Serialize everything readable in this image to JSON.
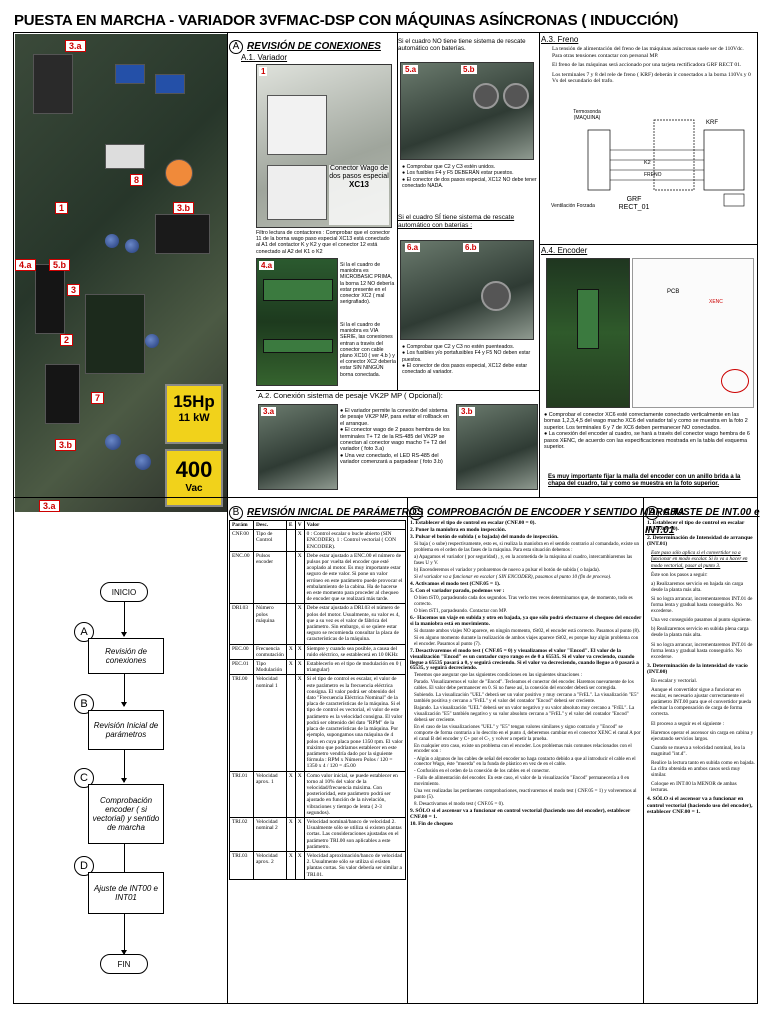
{
  "title": "PUESTA EN MARCHA - VARIADOR 3VFMAC-DSP CON MÁQUINAS ASÍNCRONAS ( INDUCCIÓN)",
  "board": {
    "labels": [
      "3.a",
      "8",
      "1",
      "3.b",
      "4.a",
      "5.b",
      "3",
      "2",
      "7",
      "3.b",
      "3.a"
    ],
    "power_label": "15Hp",
    "power_sub": "11 kW",
    "voltage_label": "400",
    "voltage_sub": "Vac"
  },
  "sectionA": {
    "letter": "A",
    "title": "REVISIÓN DE CONEXIONES",
    "a1_title": "A.1. Variador",
    "photo1_tag": "1",
    "photo1_side_text": "Conector Wago de dos pasos especial",
    "photo1_side_code": "XC13",
    "photo1_caption": "Filtro lectura de contactores : Comprobar que el conector 11 de la borna wago paso especial XC13 está conectado al A1 del contactor K y K2 y que el conector 12 está conectado al A2 del K1 o K2",
    "photo2_tag": "4.a",
    "photo2_note1": "Si la el cuadro de maniobra es MICROBASIC PRIMA, la borna 12 NO debería estar presente en el conector XC2 ( mal serigrafiado).",
    "photo2_note2": "Si la el cuadro de maniobra es VIA SERIE, las conexiones entran a través del conector con cable plano XC10 ( ver 4.b ) y el conector XC2 debería estar SIN NINGÚN borna conectada.",
    "rescue_no": "Si el cuadro NO tiene tiene sistema de rescate automático con baterías.",
    "tag5a": "5.a",
    "tag5b": "5.b",
    "rescue_no_bullets": [
      "Comprobar que C2 y C3 estén unidos.",
      "Los fusibles F4 y F5 DEBERÁN estar puestos.",
      "El conector de dos pasos especial, XC12 NO debe tener conectado NADA."
    ],
    "rescue_yes": "Si el cuadro SÍ tiene sistema de rescate automático con baterías :",
    "tag6a": "6.a",
    "tag6b": "6.b",
    "rescue_yes_bullets": [
      "Comprobar que C2 y C3 no estén puenteados.",
      "Los fusibles y/o portafusibles F4 y F5 NO deben estar puestos.",
      "El conector de dos pasos especial, XC12 debe estar conectado al variador."
    ],
    "a2_title": "A.2. Conexión sistema de pesaje VK2P MP ( Opcional):",
    "tag_a2_left": "3.a",
    "tag_a2_right": "3.b",
    "a2_bullets": [
      "El variador permite la conexión del sistema de pesaje VK2P MP, para evitar el rollback en el arranque.",
      "El conector wago de 2 pasos hembra de los terminales T+ T2 de la RS-485 del VK2P se conectan al conector wago macho T+ T2 del variador ( foto 3.a)",
      "Una vez conectado, el LED RS-485 del variador comenzará a parpadear ( foto 3.b)"
    ]
  },
  "sectionA3": {
    "title": "A.3. Freno",
    "p1": "La tensión de alimentación del freno de las máquinas asíncronas suele ser de 110Vdc. Para otras tensiones contactar con personal MP.",
    "p2": "El freno de las máquinas será accionado por una tarjeta rectificadora GRF RECT 01.",
    "p3": "Los terminales 7 y 8 del rele de freno ( KRF) deberán ir conectados a la borna 110Vs y 0 Vs del secundario del trafo.",
    "diag_left": "Termosonda (MAQUINA)",
    "diag_ventilacion": "Ventilación Forzada",
    "diag_krf": "KRF",
    "diag_grf": "GRF RECT_01",
    "diag_k2": "K2",
    "diag_freno": "FRENO",
    "a4_title": "A.4. Encoder",
    "pcb_label": "PCB",
    "xenc_label": "XENC",
    "a4_bullets": [
      "Comprobar el conector XC6 esté correctamente conectado verticalmente en las bornas 1,2,3,4,5 del wago macho XC6 del variador tal y como se muestra en la foto 2 superior. Los terminales 6 y 7 de XC6 deben permanecer NO conectados.",
      "La conexión del encoder al cuadro, se hará a través del conector wago hembra de 6 pasos XENC, de acuerdo con las especificaciones mostrada en la tabla del esquema superior."
    ],
    "a4_note": "Es muy importante fijar la malla del encoder con un anillo brida a la chapa del cuadro, tal y como se muestra en la foto superior."
  },
  "sectionB": {
    "letter": "B",
    "title": "REVISIÓN INICIAL DE PARÁMETROS",
    "headers": [
      "Parám",
      "Desc.",
      "E",
      "V",
      "Valor"
    ],
    "rows": [
      {
        "p": "CNF.00",
        "d": "Tipo de Control",
        "e": "",
        "v": "X",
        "val": "0 : Control escalar o bucle abierto (SIN ENCODER). 1 : Control vectorial ( CON ENCODER)."
      },
      {
        "p": "ENC.00",
        "d": "Pulsos encoder",
        "e": "",
        "v": "X",
        "val": "Debe estar ajustado a ENC.00 el número de pulsos por vuelta del encoder que esté acoplado al motor. Es muy importante estar seguro de este valor. Si pone un valor erróneo en este parámetro puede provocar el embalamiento de la cabina. Ha de hacerse en este momento para proceder al chequeo de encoder que se realizará más tarde."
      },
      {
        "p": "DRI.03",
        "d": "Número polos máquina",
        "e": "",
        "v": "X",
        "val": "Debe estar ajustado a DRI.03 el número de polos del motor. Usualmente, su valor es 4, que a su vez es el valor de fábrica del parámetro. Sin embargo, si se quiere estar seguro se recomienda consultar la placa de características de la máquina."
      },
      {
        "p": "PEC.00",
        "d": "Frecuencia conmutación",
        "e": "X",
        "v": "X",
        "val": "Siempre y cuando sea posible, a causa del ruido eléctrico, se establecerá en 10 0KHz"
      },
      {
        "p": "PEC.01",
        "d": "Tipo Modulación",
        "e": "X",
        "v": "X",
        "val": "Establecerlo en el tipo de modulación en 0 ( triangular)"
      },
      {
        "p": "TRI.00",
        "d": "Velocidad nominal 1",
        "e": "",
        "v": "X",
        "val": "Si el tipo de control es escalar, el valor de este parámetro es la frecuencia eléctrica consigna. El valor podrá ser obtenido del dato \"Frecuencia Eléctrica Nominal\" de la placa de características de la máquina. Si el tipo de control es vectorial, el valor de este parámetro es la velocidad consigna. El valor podrá ser obtenido del dato \"RPM\" de la placa de características de la máquina. Por ejemplo, supongamos una máquina de 4 polos en cuya placa pone 1350 rpm. El valor máximo que podríamos establecer en este parámetro vendría dado por la siguiente fórmula : RPM x Número Polos / 120 = 1350 x 4 / 120 = 45.00"
      },
      {
        "p": "TRI.01",
        "d": "Velocidad aprox. 1",
        "e": "X",
        "v": "X",
        "val": "Como valor inicial, se puede establecer en torno al 10% del valor de la velocidad/frecuencia máxima. Con posterioridad, este parámetro podrá ser ajustado en función de la nivelación, vibraciones y tiempo de lenta ( 2-3 segundos)."
      },
      {
        "p": "TRI.02",
        "d": "Velocidad nominal 2",
        "e": "X",
        "v": "X",
        "val": "Velocidad nominal/banco de velocidad 2. Usualmente sólo se utiliza si existen plantas cortas. Las consideraciones ajustadas en el parámetro TRI.00 son aplicables a este parámetro."
      },
      {
        "p": "TRI.03",
        "d": "Velocidad aprox. 2",
        "e": "X",
        "v": "X",
        "val": "Velocidad aproximación/banco de velocidad 2. Usualmente sólo se utiliza si existen plantas cortas. Su valor debería ser similar a TRI.01."
      }
    ]
  },
  "flow": {
    "start": "INICIO",
    "steps": [
      {
        "letter": "A",
        "label": "Revisión de conexiones"
      },
      {
        "letter": "B",
        "label": "Revisión Inicial de parámetros"
      },
      {
        "letter": "C",
        "label": "Comprobación encoder ( si vectorial) y sentido de marcha"
      },
      {
        "letter": "D",
        "label": "Ajuste de INT00 e INT01"
      }
    ],
    "end": "FIN"
  },
  "sectionC": {
    "letter": "C",
    "title": "COMPROBACIÓN DE ENCODER Y SENTIDO MARCHA",
    "lines": [
      "1. Establecer el tipo de control en escalar (CNF.00 = 0).",
      "2. Poner la maniobra en modo inspección.",
      "3. Pulsar el botón de subida ( o bajada) del mando de inspección.",
      "Si baja ( o sube) respectivamente, esto es, si realiza la maniobra en el sentido contrario al comandado, existe un problema en el orden de las fases de la máquina. Para esta situación debemos :",
      "a) Apagamos el variador ( por seguridad) , y, en la acometida de la máquina al cuadro, intercambiaremos las fases U y V.",
      "b) Encenderemos el variador y probaremos de nuevo a pulsar el botón de subida ( o bajada).",
      "Si el variador va a funcionar en escalar ( SIN ENCODER), pasamos al punto 10 (fin de proceso).",
      "4. Activamos el modo test (CNF.05 = 1).",
      "5. Con el variador parado, podemos ver :",
      "O bien tST0, parpadeando cada dos segundos. Tras verlo tres veces determinamos que, de momento, todo es correcto.",
      "O bien tST1, parpadeando. Contactar con MP.",
      "6.- Hacemos un viaje en subida y otro en bajada, ya que sólo podrá efectuarse el chequeo del encoder si la maniobra está en movimiento.",
      "Si durante ambos viajes NO aparece, en ningún momento, tSt02, el encoder está correcto. Pasamos al punto (8).",
      "Si en alguno momento durante la realización de ambos viajes aparece tSt02, es porque hay algún problema con el encoder. Pasamos al punto (7).",
      "7. Desactivaremos el modo test ( CNF.05 = 0) y visualizamos el valor \"Encod\". El valor de la visualización \"Encod\" es un contador cuyo rango es de 0 a 65535. Si el valor va creciendo, cuando llegue a 65535 pasará a 0, y seguirá creciendo. Si el valor va decreciendo, cuando llegue a 0 pasará a 65535, y seguirá decreciendo.",
      "Tenemos que asegurar que las siguientes condiciones en las siguientes situaciones :",
      "Parado. Visualizaremos el valor de \"Encod\". Tecleamos el conector del encoder. Haremos nuevamente de los cables. El valor debe permanecer en 0. Si no fuese así, la conexión del encoder deberá ser corregida.",
      "Subiendo. La visualización \"UEL\" deberá ser un valor positivo y muy cercano a \"FrEL\". La visualización \"E5\" también positiva y cercano a \"FrEL\" y el valor del contador \"Encod\" deberá ser creciente.",
      "Bajando. La visualización \"UEL\" deberá ser un valor negativo y su valor absoluto muy cercano a \"FrEL\". La visualización \"E5\" también negativo y su valor absoluto cercano a \"FrEL\" y el valor del contador \"Encod\" deberá ser creciente.",
      "En el caso de las visualizaciones \"UEL\" y \"E5\" tengan valores similares y signo contrario y \"Encod\" se comporte de forma contraria a lo descrito en el punto 4, deberemos cambiar en el conector XENC el canal A por el canal B del encoder y C+ por el C-, y volver a repetir la prueba.",
      "En cualquier otro caso, existe un problema con el encoder. Los problemas más comunes relacionados con el encoder son :",
      "- Algún o algunos de los cables de señal del encoder no haga contacto debido a que al introducir el cable en el conector Wago, éste \"muerda\" en la funda de plástico en vez de en el cable.",
      "- Confusión en el orden de la conexión de los cables en el conector.",
      "- Fallo de alimentación del encoder. En este caso, el valor de la visualización \"Encod\" permanecería a 0 en movimiento.",
      "Una vez realizadas las pertinentes comprobaciones, reactivaremos el modo test ( CNF.05 = 1) y volveremos al punto (5).",
      "8. Desactivamos el modo test ( CNF.05 = 0).",
      "9. SÓLO si el ascensor va a funcionar en control vectorial (haciendo uso del encoder), establecer CNF.00 = 1.",
      "10. Fin de chequeo"
    ]
  },
  "sectionD": {
    "letter": "D",
    "title": "AJUSTE DE INT.00 e INT.01",
    "lines": [
      "1. Establecer el tipo de control en escalar (CNF.00 = 0).",
      "2. Determinación de Intensidad de arranque (INT.01)",
      "Este paso sólo aplica si el convertidor va a funcionar en modo escalar. Si lo va a hacer en modo vectorial, pasar al punto 3.",
      "Éste son los pasos a seguir:",
      "a) Realizaremos servicio en bajada sin carga desde la planta más alta.",
      "Si no logra arrancar, incrementaremos INT.01 de forma lenta y gradual hasta conseguirlo. No excederse.",
      "Una vez conseguido pasamos al punto siguiente.",
      "b) Realizaremos servicio en subida plena carga desde la planta más alta.",
      "Si no logra arrancar, incrementaremos INT.01 de forma lenta y gradual hasta conseguirlo. No excederse.",
      "3. Determinación de la intensidad de vacío (INT.00)",
      "En escalar y vectorial.",
      "Aunque el convertidor sigue a funcionar en escalar, es necesario ajustar correctamente el parámetro INT.00 para que el convertidor pueda efectuar la compensación de carga de forma correcta.",
      "El proceso a seguir es el siguiente :",
      "Haremos operar el ascensor sin carga en cabina y ejecutando servicios largos.",
      "Cuando se mueva a velocidad nominal, lea la magnitud \"int.d\".",
      "Realice la lectura tanto en subida como en bajada. La cifra obtenida en ambos casos será muy similar.",
      "Coloque en INT.00 la MENOR de ambas lecturas.",
      "4. SÓLO si el ascensor va a funcionar en control vectorial (haciendo uso del encoder), establecer CNF.00 = 1."
    ]
  }
}
